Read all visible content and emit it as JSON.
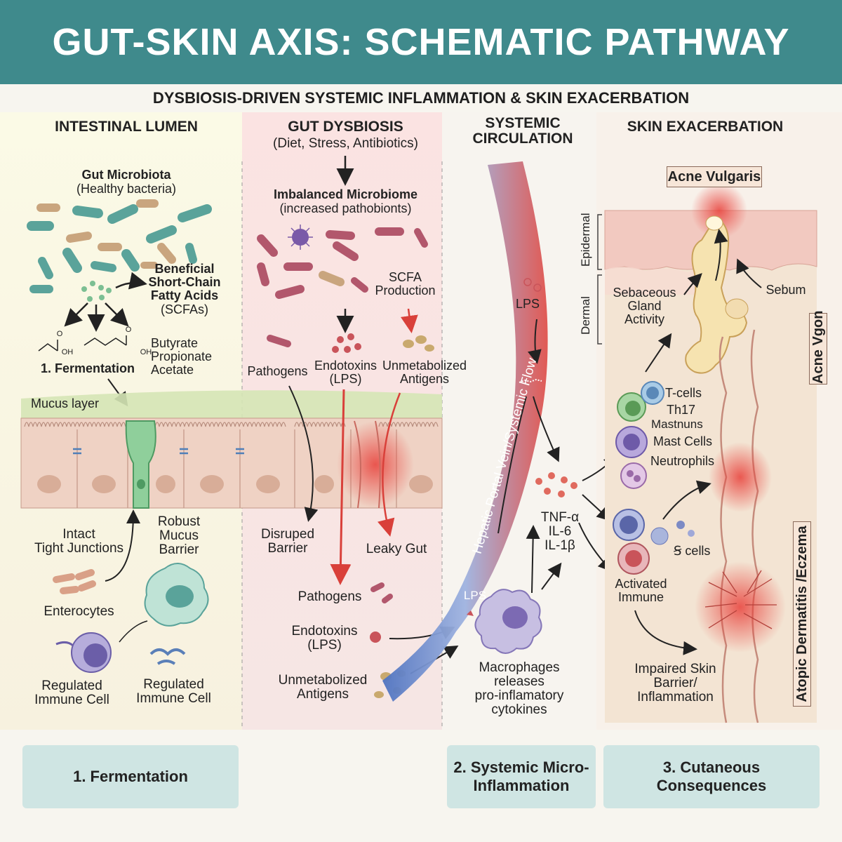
{
  "header": {
    "title": "GUT-SKIN AXIS: SCHEMATIC PATHWAY",
    "subtitle": "DYSBIOSIS-DRIVEN SYSTEMIC INFLAMMATION & SKIN EXACERBATION"
  },
  "lumen": {
    "heading": "INTESTINAL LUMEN",
    "microbiota_title": "Gut Microbiota",
    "microbiota_sub": "(Healthy bacteria)",
    "scfa_title": "Beneficial\nShort-Chain\nFatty Acids",
    "scfa_sub": "(SCFAs)",
    "scfa_list": "Butyrate\nPropionate\nAcetate",
    "fermentation": "1. Fermentation",
    "oh1": "OH",
    "oh2": "OH",
    "o1": "O",
    "o2": "O",
    "mucus": "Mucus layer",
    "tight": "Intact\nTight Junctions",
    "robust": "Robust\nMucus\nBarrier",
    "enterocytes": "Enterocytes",
    "reg1": "Regulated\nImmune Cell",
    "reg2": "Regulated\nImmune Cell"
  },
  "dysbiosis": {
    "heading": "GUT DYSBIOSIS",
    "heading_sub": "(Diet, Stress, Antibiotics)",
    "imbalanced": "Imbalanced Microbiome",
    "imbalanced_sub": "(increased pathobionts)",
    "scfa_prod": "SCFA\nProduction",
    "pathogens": "Pathogens",
    "endotoxins": "Endotoxins\n(LPS)",
    "antigens": "Unmetabolized\nAntigens",
    "disrupted": "Disruped\nBarrier",
    "leaky": "Leaky Gut",
    "pathogens2": "Pathogens",
    "endotoxins2": "Endotoxins\n(LPS)",
    "antigens2": "Unmetabolized\nAntigens"
  },
  "systemic": {
    "heading": "SYSTEMIC\nCIRCULATION",
    "lps_top": "LPS",
    "vein": "Hepatic Portal Vein/Systemic Flow",
    "lps_bottom": "LPS",
    "cytokines": "TNF-α\nIL-6\nIL-1β",
    "macrophages": "Macrophages\nreleases\npro-inflamatory\ncytokines"
  },
  "skin": {
    "heading": "SKIN EXACERBATION",
    "acne_box": "Acne Vulgaris",
    "epidermal": "Epidermal",
    "dermal": "Dermal",
    "sebaceous": "Sebaceous\nGland\nActivity",
    "sebum": "Sebum",
    "acne_side": "Acne Vgon",
    "tcells": "T-cells",
    "th17": "Th17",
    "mastnuns": "Mastnuns",
    "mast": "Mast Cells",
    "neutrophils": "Neutrophils",
    "tcells2": "Ꞩ cells",
    "activated": "Activated\nImmune",
    "impaired": "Impaired Skin\nBarrier/\nInflammation",
    "eczema_side": "Atopic Dermatitis /Eczema"
  },
  "footer": {
    "f1": "1. Fermentation",
    "f2": "2. Systemic Micro-\nInflammation",
    "f3": "3. Cutaneous\nConsequences"
  },
  "colors": {
    "title_bar": "#3f8a8c",
    "footer": "#cfe5e3",
    "vein_blue": "#5b7fc4",
    "vein_red": "#e05a55",
    "inflammation": "#e8403a"
  }
}
